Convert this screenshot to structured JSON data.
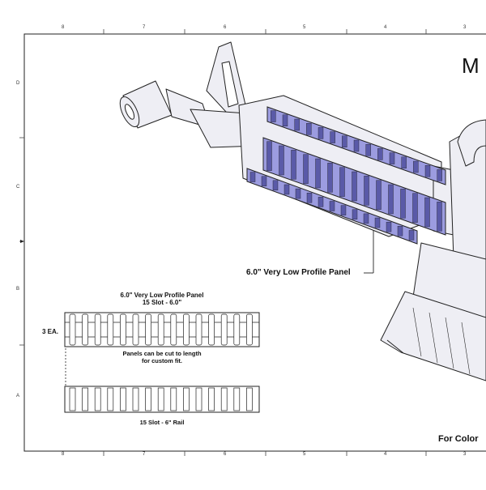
{
  "frame": {
    "top_columns": [
      "8",
      "7",
      "6",
      "5",
      "4",
      "3"
    ],
    "bottom_columns": [
      "8",
      "7",
      "6",
      "5",
      "4",
      "3"
    ],
    "left_rows": [
      "D",
      "C",
      "B",
      "A"
    ]
  },
  "brand": {
    "text": "M"
  },
  "callout": {
    "text": "6.0\" Very Low Profile Panel"
  },
  "detail": {
    "title_line1": "6.0\" Very Low Profile Panel",
    "title_line2": "15 Slot - 6.0\"",
    "quantity": "3 EA.",
    "note_line1": "Panels can be cut to length",
    "note_line2": "for custom fit.",
    "rail_label": "15 Slot - 6\" Rail"
  },
  "footer": {
    "text": "For Color"
  },
  "colors": {
    "panel": "#9c9ce0",
    "panel_dark": "#5a5aa8",
    "line": "#222222",
    "body_fill": "#eeeef4"
  }
}
